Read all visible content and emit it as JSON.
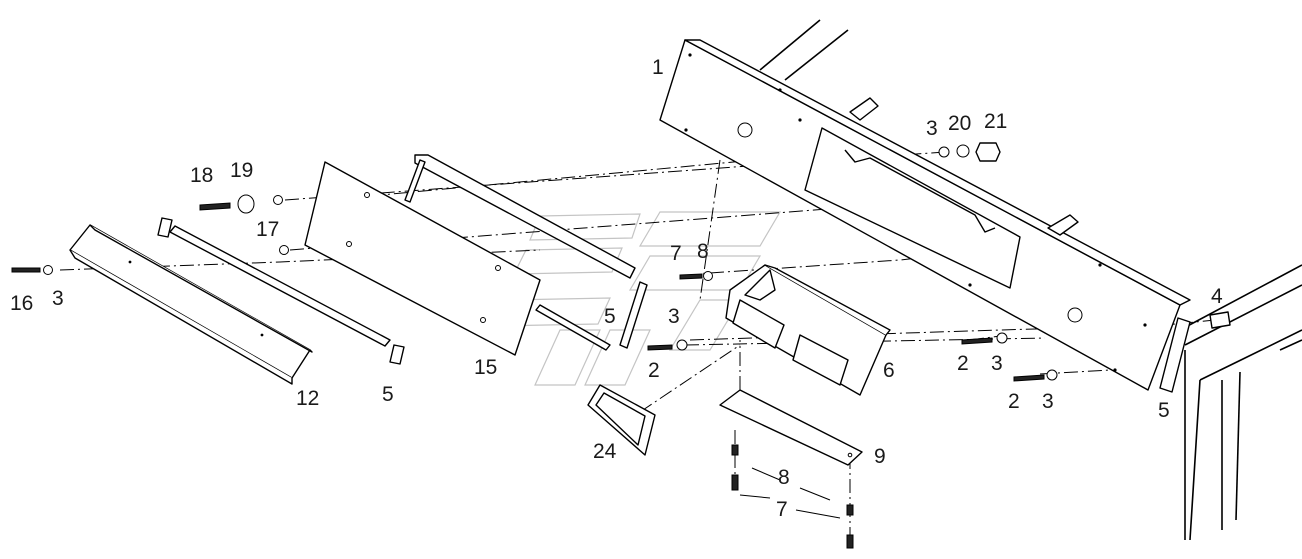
{
  "callouts": [
    {
      "id": "c1",
      "text": "1"
    },
    {
      "id": "c3a",
      "text": "3"
    },
    {
      "id": "c20",
      "text": "20"
    },
    {
      "id": "c21",
      "text": "21"
    },
    {
      "id": "c18",
      "text": "18"
    },
    {
      "id": "c19",
      "text": "19"
    },
    {
      "id": "c17",
      "text": "17"
    },
    {
      "id": "c7a",
      "text": "7"
    },
    {
      "id": "c8a",
      "text": "8"
    },
    {
      "id": "c16",
      "text": "16"
    },
    {
      "id": "c3b",
      "text": "3"
    },
    {
      "id": "c5a",
      "text": "5"
    },
    {
      "id": "c3c",
      "text": "3"
    },
    {
      "id": "c4",
      "text": "4"
    },
    {
      "id": "c2a",
      "text": "2"
    },
    {
      "id": "c3d",
      "text": "3"
    },
    {
      "id": "c6",
      "text": "6"
    },
    {
      "id": "c15",
      "text": "15"
    },
    {
      "id": "c2b",
      "text": "2"
    },
    {
      "id": "c2c",
      "text": "2"
    },
    {
      "id": "c3e",
      "text": "3"
    },
    {
      "id": "c12",
      "text": "12"
    },
    {
      "id": "c5b",
      "text": "5"
    },
    {
      "id": "c5c",
      "text": "5"
    },
    {
      "id": "c24",
      "text": "24"
    },
    {
      "id": "c9",
      "text": "9"
    },
    {
      "id": "c8b",
      "text": "8"
    },
    {
      "id": "c7b",
      "text": "7"
    }
  ]
}
